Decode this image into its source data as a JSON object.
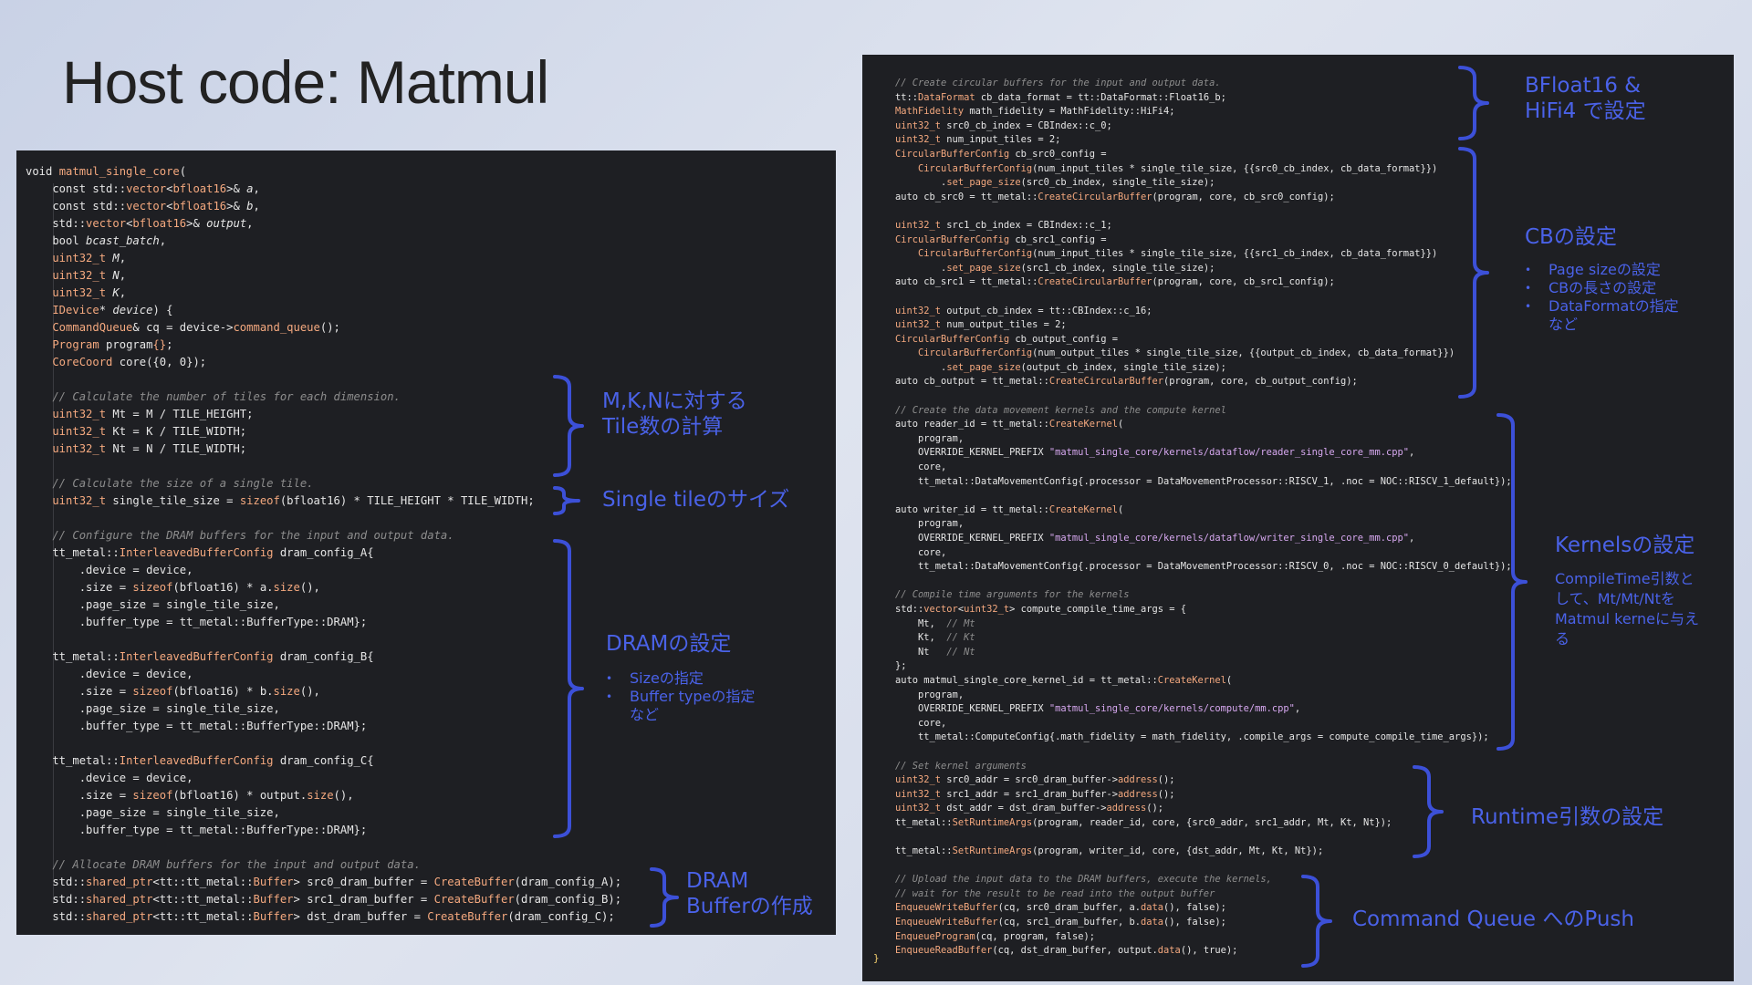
{
  "slide": {
    "title": "Host code: Matmul"
  },
  "left_code": [
    [
      [
        "t",
        "void "
      ],
      [
        "f",
        "matmul_single_core"
      ],
      [
        "t",
        "("
      ]
    ],
    [
      [
        "t",
        "    const std::"
      ],
      [
        "y",
        "vector"
      ],
      [
        "t",
        "<"
      ],
      [
        "y",
        "bfloat16"
      ],
      [
        "t",
        ">& "
      ],
      [
        "i",
        "a"
      ],
      [
        "t",
        ","
      ]
    ],
    [
      [
        "t",
        "    const std::"
      ],
      [
        "y",
        "vector"
      ],
      [
        "t",
        "<"
      ],
      [
        "y",
        "bfloat16"
      ],
      [
        "t",
        ">& "
      ],
      [
        "i",
        "b"
      ],
      [
        "t",
        ","
      ]
    ],
    [
      [
        "t",
        "    std::"
      ],
      [
        "y",
        "vector"
      ],
      [
        "t",
        "<"
      ],
      [
        "y",
        "bfloat16"
      ],
      [
        "t",
        ">& "
      ],
      [
        "i",
        "output"
      ],
      [
        "t",
        ","
      ]
    ],
    [
      [
        "t",
        "    bool "
      ],
      [
        "i",
        "bcast_batch"
      ],
      [
        "t",
        ","
      ]
    ],
    [
      [
        "y",
        "    uint32_t "
      ],
      [
        "i",
        "M"
      ],
      [
        "t",
        ","
      ]
    ],
    [
      [
        "y",
        "    uint32_t "
      ],
      [
        "i",
        "N"
      ],
      [
        "t",
        ","
      ]
    ],
    [
      [
        "y",
        "    uint32_t "
      ],
      [
        "i",
        "K"
      ],
      [
        "t",
        ","
      ]
    ],
    [
      [
        "y",
        "    IDevice"
      ],
      [
        "t",
        "* "
      ],
      [
        "i",
        "device"
      ],
      [
        "t",
        ") {"
      ]
    ],
    [
      [
        "y",
        "    CommandQueue"
      ],
      [
        "t",
        "& cq = device->"
      ],
      [
        "f",
        "command_queue"
      ],
      [
        "t",
        "();"
      ]
    ],
    [
      [
        "y",
        "    Program"
      ],
      [
        "t",
        " program"
      ],
      [
        "f",
        "{}"
      ],
      [
        "t",
        ";"
      ]
    ],
    [
      [
        "y",
        "    CoreCoord"
      ],
      [
        "t",
        " core({0, 0});"
      ]
    ],
    [
      [
        "t",
        ""
      ]
    ],
    [
      [
        "c",
        "    // Calculate the number of tiles for each dimension."
      ]
    ],
    [
      [
        "y",
        "    uint32_t"
      ],
      [
        "t",
        " Mt = M / TILE_HEIGHT;"
      ]
    ],
    [
      [
        "y",
        "    uint32_t"
      ],
      [
        "t",
        " Kt = K / TILE_WIDTH;"
      ]
    ],
    [
      [
        "y",
        "    uint32_t"
      ],
      [
        "t",
        " Nt = N / TILE_WIDTH;"
      ]
    ],
    [
      [
        "t",
        ""
      ]
    ],
    [
      [
        "c",
        "    // Calculate the size of a single tile."
      ]
    ],
    [
      [
        "y",
        "    uint32_t"
      ],
      [
        "t",
        " single_tile_size = "
      ],
      [
        "f",
        "sizeof"
      ],
      [
        "t",
        "(bfloat16) * TILE_HEIGHT * TILE_WIDTH;"
      ]
    ],
    [
      [
        "t",
        ""
      ]
    ],
    [
      [
        "c",
        "    // Configure the DRAM buffers for the input and output data."
      ]
    ],
    [
      [
        "t",
        "    tt_metal::"
      ],
      [
        "y",
        "InterleavedBufferConfig"
      ],
      [
        "t",
        " dram_config_A{"
      ]
    ],
    [
      [
        "t",
        "        .device = device,"
      ]
    ],
    [
      [
        "t",
        "        .size = "
      ],
      [
        "f",
        "sizeof"
      ],
      [
        "t",
        "(bfloat16) * a."
      ],
      [
        "f",
        "size"
      ],
      [
        "t",
        "(),"
      ]
    ],
    [
      [
        "t",
        "        .page_size = single_tile_size,"
      ]
    ],
    [
      [
        "t",
        "        .buffer_type = tt_metal::BufferType::DRAM};"
      ]
    ],
    [
      [
        "t",
        ""
      ]
    ],
    [
      [
        "t",
        "    tt_metal::"
      ],
      [
        "y",
        "InterleavedBufferConfig"
      ],
      [
        "t",
        " dram_config_B{"
      ]
    ],
    [
      [
        "t",
        "        .device = device,"
      ]
    ],
    [
      [
        "t",
        "        .size = "
      ],
      [
        "f",
        "sizeof"
      ],
      [
        "t",
        "(bfloat16) * b."
      ],
      [
        "f",
        "size"
      ],
      [
        "t",
        "(),"
      ]
    ],
    [
      [
        "t",
        "        .page_size = single_tile_size,"
      ]
    ],
    [
      [
        "t",
        "        .buffer_type = tt_metal::BufferType::DRAM};"
      ]
    ],
    [
      [
        "t",
        ""
      ]
    ],
    [
      [
        "t",
        "    tt_metal::"
      ],
      [
        "y",
        "InterleavedBufferConfig"
      ],
      [
        "t",
        " dram_config_C{"
      ]
    ],
    [
      [
        "t",
        "        .device = device,"
      ]
    ],
    [
      [
        "t",
        "        .size = "
      ],
      [
        "f",
        "sizeof"
      ],
      [
        "t",
        "(bfloat16) * output."
      ],
      [
        "f",
        "size"
      ],
      [
        "t",
        "(),"
      ]
    ],
    [
      [
        "t",
        "        .page_size = single_tile_size,"
      ]
    ],
    [
      [
        "t",
        "        .buffer_type = tt_metal::BufferType::DRAM};"
      ]
    ],
    [
      [
        "t",
        ""
      ]
    ],
    [
      [
        "c",
        "    // Allocate DRAM buffers for the input and output data."
      ]
    ],
    [
      [
        "t",
        "    std::"
      ],
      [
        "y",
        "shared_ptr"
      ],
      [
        "t",
        "<tt::tt_metal::"
      ],
      [
        "y",
        "Buffer"
      ],
      [
        "t",
        "> src0_dram_buffer = "
      ],
      [
        "f",
        "CreateBuffer"
      ],
      [
        "t",
        "(dram_config_A);"
      ]
    ],
    [
      [
        "t",
        "    std::"
      ],
      [
        "y",
        "shared_ptr"
      ],
      [
        "t",
        "<tt::tt_metal::"
      ],
      [
        "y",
        "Buffer"
      ],
      [
        "t",
        "> src1_dram_buffer = "
      ],
      [
        "f",
        "CreateBuffer"
      ],
      [
        "t",
        "(dram_config_B);"
      ]
    ],
    [
      [
        "t",
        "    std::"
      ],
      [
        "y",
        "shared_ptr"
      ],
      [
        "t",
        "<tt::tt_metal::"
      ],
      [
        "y",
        "Buffer"
      ],
      [
        "t",
        "> dst_dram_buffer = "
      ],
      [
        "f",
        "CreateBuffer"
      ],
      [
        "t",
        "(dram_config_C);"
      ]
    ]
  ],
  "right_code": [
    [
      [
        "c",
        "// Create circular buffers for the input and output data."
      ]
    ],
    [
      [
        "t",
        "tt::"
      ],
      [
        "y",
        "DataFormat"
      ],
      [
        "t",
        " cb_data_format = tt::DataFormat::Float16_b;"
      ]
    ],
    [
      [
        "y",
        "MathFidelity"
      ],
      [
        "t",
        " math_fidelity = MathFidelity::HiFi4;"
      ]
    ],
    [
      [
        "y",
        "uint32_t"
      ],
      [
        "t",
        " src0_cb_index = CBIndex::c_0;"
      ]
    ],
    [
      [
        "y",
        "uint32_t"
      ],
      [
        "t",
        " num_input_tiles = 2;"
      ]
    ],
    [
      [
        "y",
        "CircularBufferConfig"
      ],
      [
        "t",
        " cb_src0_config ="
      ]
    ],
    [
      [
        "t",
        "    "
      ],
      [
        "y",
        "CircularBufferConfig"
      ],
      [
        "t",
        "(num_input_tiles * single_tile_size, {{src0_cb_index, cb_data_format}})"
      ]
    ],
    [
      [
        "t",
        "        ."
      ],
      [
        "f",
        "set_page_size"
      ],
      [
        "t",
        "(src0_cb_index, single_tile_size);"
      ]
    ],
    [
      [
        "t",
        "auto cb_src0 = tt_metal::"
      ],
      [
        "f",
        "CreateCircularBuffer"
      ],
      [
        "t",
        "(program, core, cb_src0_config);"
      ]
    ],
    [
      [
        "t",
        ""
      ]
    ],
    [
      [
        "y",
        "uint32_t"
      ],
      [
        "t",
        " src1_cb_index = CBIndex::c_1;"
      ]
    ],
    [
      [
        "y",
        "CircularBufferConfig"
      ],
      [
        "t",
        " cb_src1_config ="
      ]
    ],
    [
      [
        "t",
        "    "
      ],
      [
        "y",
        "CircularBufferConfig"
      ],
      [
        "t",
        "(num_input_tiles * single_tile_size, {{src1_cb_index, cb_data_format}})"
      ]
    ],
    [
      [
        "t",
        "        ."
      ],
      [
        "f",
        "set_page_size"
      ],
      [
        "t",
        "(src1_cb_index, single_tile_size);"
      ]
    ],
    [
      [
        "t",
        "auto cb_src1 = tt_metal::"
      ],
      [
        "f",
        "CreateCircularBuffer"
      ],
      [
        "t",
        "(program, core, cb_src1_config);"
      ]
    ],
    [
      [
        "t",
        ""
      ]
    ],
    [
      [
        "y",
        "uint32_t"
      ],
      [
        "t",
        " output_cb_index = tt::CBIndex::c_16;"
      ]
    ],
    [
      [
        "y",
        "uint32_t"
      ],
      [
        "t",
        " num_output_tiles = 2;"
      ]
    ],
    [
      [
        "y",
        "CircularBufferConfig"
      ],
      [
        "t",
        " cb_output_config ="
      ]
    ],
    [
      [
        "t",
        "    "
      ],
      [
        "y",
        "CircularBufferConfig"
      ],
      [
        "t",
        "(num_output_tiles * single_tile_size, {{output_cb_index, cb_data_format}})"
      ]
    ],
    [
      [
        "t",
        "        ."
      ],
      [
        "f",
        "set_page_size"
      ],
      [
        "t",
        "(output_cb_index, single_tile_size);"
      ]
    ],
    [
      [
        "t",
        "auto cb_output = tt_metal::"
      ],
      [
        "f",
        "CreateCircularBuffer"
      ],
      [
        "t",
        "(program, core, cb_output_config);"
      ]
    ],
    [
      [
        "t",
        ""
      ]
    ],
    [
      [
        "c",
        "// Create the data movement kernels and the compute kernel"
      ]
    ],
    [
      [
        "t",
        "auto reader_id = tt_metal::"
      ],
      [
        "f",
        "CreateKernel"
      ],
      [
        "t",
        "("
      ]
    ],
    [
      [
        "t",
        "    program,"
      ]
    ],
    [
      [
        "t",
        "    OVERRIDE_KERNEL_PREFIX "
      ],
      [
        "s",
        "\"matmul_single_core/kernels/dataflow/reader_single_core_mm.cpp\""
      ],
      [
        "t",
        ","
      ]
    ],
    [
      [
        "t",
        "    core,"
      ]
    ],
    [
      [
        "t",
        "    tt_metal::DataMovementConfig{.processor = DataMovementProcessor::RISCV_1, .noc = NOC::RISCV_1_default});"
      ]
    ],
    [
      [
        "t",
        ""
      ]
    ],
    [
      [
        "t",
        "auto writer_id = tt_metal::"
      ],
      [
        "f",
        "CreateKernel"
      ],
      [
        "t",
        "("
      ]
    ],
    [
      [
        "t",
        "    program,"
      ]
    ],
    [
      [
        "t",
        "    OVERRIDE_KERNEL_PREFIX "
      ],
      [
        "s",
        "\"matmul_single_core/kernels/dataflow/writer_single_core_mm.cpp\""
      ],
      [
        "t",
        ","
      ]
    ],
    [
      [
        "t",
        "    core,"
      ]
    ],
    [
      [
        "t",
        "    tt_metal::DataMovementConfig{.processor = DataMovementProcessor::RISCV_0, .noc = NOC::RISCV_0_default});"
      ]
    ],
    [
      [
        "t",
        ""
      ]
    ],
    [
      [
        "c",
        "// Compile time arguments for the kernels"
      ]
    ],
    [
      [
        "t",
        "std::"
      ],
      [
        "y",
        "vector"
      ],
      [
        "t",
        "<"
      ],
      [
        "y",
        "uint32_t"
      ],
      [
        "t",
        "> compute_compile_time_args = {"
      ]
    ],
    [
      [
        "t",
        "    Mt,  "
      ],
      [
        "c",
        "// Mt"
      ]
    ],
    [
      [
        "t",
        "    Kt,  "
      ],
      [
        "c",
        "// Kt"
      ]
    ],
    [
      [
        "t",
        "    Nt   "
      ],
      [
        "c",
        "// Nt"
      ]
    ],
    [
      [
        "t",
        "};"
      ]
    ],
    [
      [
        "t",
        "auto matmul_single_core_kernel_id = tt_metal::"
      ],
      [
        "f",
        "CreateKernel"
      ],
      [
        "t",
        "("
      ]
    ],
    [
      [
        "t",
        "    program,"
      ]
    ],
    [
      [
        "t",
        "    OVERRIDE_KERNEL_PREFIX "
      ],
      [
        "s",
        "\"matmul_single_core/kernels/compute/mm.cpp\""
      ],
      [
        "t",
        ","
      ]
    ],
    [
      [
        "t",
        "    core,"
      ]
    ],
    [
      [
        "t",
        "    tt_metal::ComputeConfig{.math_fidelity = math_fidelity, .compile_args = compute_compile_time_args});"
      ]
    ],
    [
      [
        "t",
        ""
      ]
    ],
    [
      [
        "c",
        "// Set kernel arguments"
      ]
    ],
    [
      [
        "y",
        "uint32_t"
      ],
      [
        "t",
        " src0_addr = src0_dram_buffer->"
      ],
      [
        "f",
        "address"
      ],
      [
        "t",
        "();"
      ]
    ],
    [
      [
        "y",
        "uint32_t"
      ],
      [
        "t",
        " src1_addr = src1_dram_buffer->"
      ],
      [
        "f",
        "address"
      ],
      [
        "t",
        "();"
      ]
    ],
    [
      [
        "y",
        "uint32_t"
      ],
      [
        "t",
        " dst_addr = dst_dram_buffer->"
      ],
      [
        "f",
        "address"
      ],
      [
        "t",
        "();"
      ]
    ],
    [
      [
        "t",
        "tt_metal::"
      ],
      [
        "f",
        "SetRuntimeArgs"
      ],
      [
        "t",
        "(program, reader_id, core, {src0_addr, src1_addr, Mt, Kt, Nt});"
      ]
    ],
    [
      [
        "t",
        ""
      ]
    ],
    [
      [
        "t",
        "tt_metal::"
      ],
      [
        "f",
        "SetRuntimeArgs"
      ],
      [
        "t",
        "(program, writer_id, core, {dst_addr, Mt, Kt, Nt});"
      ]
    ],
    [
      [
        "t",
        ""
      ]
    ],
    [
      [
        "c",
        "// Upload the input data to the DRAM buffers, execute the kernels,"
      ]
    ],
    [
      [
        "c",
        "// wait for the result to be read into the output buffer"
      ]
    ],
    [
      [
        "f",
        "EnqueueWriteBuffer"
      ],
      [
        "t",
        "(cq, src0_dram_buffer, a."
      ],
      [
        "f",
        "data"
      ],
      [
        "t",
        "(), false);"
      ]
    ],
    [
      [
        "f",
        "EnqueueWriteBuffer"
      ],
      [
        "t",
        "(cq, src1_dram_buffer, b."
      ],
      [
        "f",
        "data"
      ],
      [
        "t",
        "(), false);"
      ]
    ],
    [
      [
        "f",
        "EnqueueProgram"
      ],
      [
        "t",
        "(cq, program, false);"
      ]
    ],
    [
      [
        "f",
        "EnqueueReadBuffer"
      ],
      [
        "t",
        "(cq, dst_dram_buffer, output."
      ],
      [
        "f",
        "data"
      ],
      [
        "t",
        "(), true);"
      ]
    ],
    [
      [
        "t",
        ""
      ]
    ]
  ],
  "right_closing": "}",
  "annotations": {
    "tiles": "M,K,Nに対する\nTile数の計算",
    "single_tile": "Single tileのサイズ",
    "dram": "DRAMの設定",
    "dram_bullets": [
      "Sizeの指定",
      "Buffer typeの指定\nなど"
    ],
    "dram_buffer": "DRAM\nBufferの作成",
    "bfloat": "BFloat16 &\nHiFi4 で設定",
    "cb": "CBの設定",
    "cb_bullets": [
      "Page sizeの設定",
      "CBの長さの設定",
      "DataFormatの指定\nなど"
    ],
    "kernels": "Kernelsの設定",
    "kernels_desc": "CompileTime引数と\nして、Mt/Mt/Ntを\nMatmul kerneに与え\nる",
    "runtime": "Runtime引数の設定",
    "queue": "Command Queue へのPush"
  },
  "colors": {
    "accent": "#4a62e8",
    "brace": "#3c50d8",
    "code_bg": "#1e1f23",
    "keyword_orange": "#f5a97f",
    "comment_gray": "#8d8d8d"
  }
}
